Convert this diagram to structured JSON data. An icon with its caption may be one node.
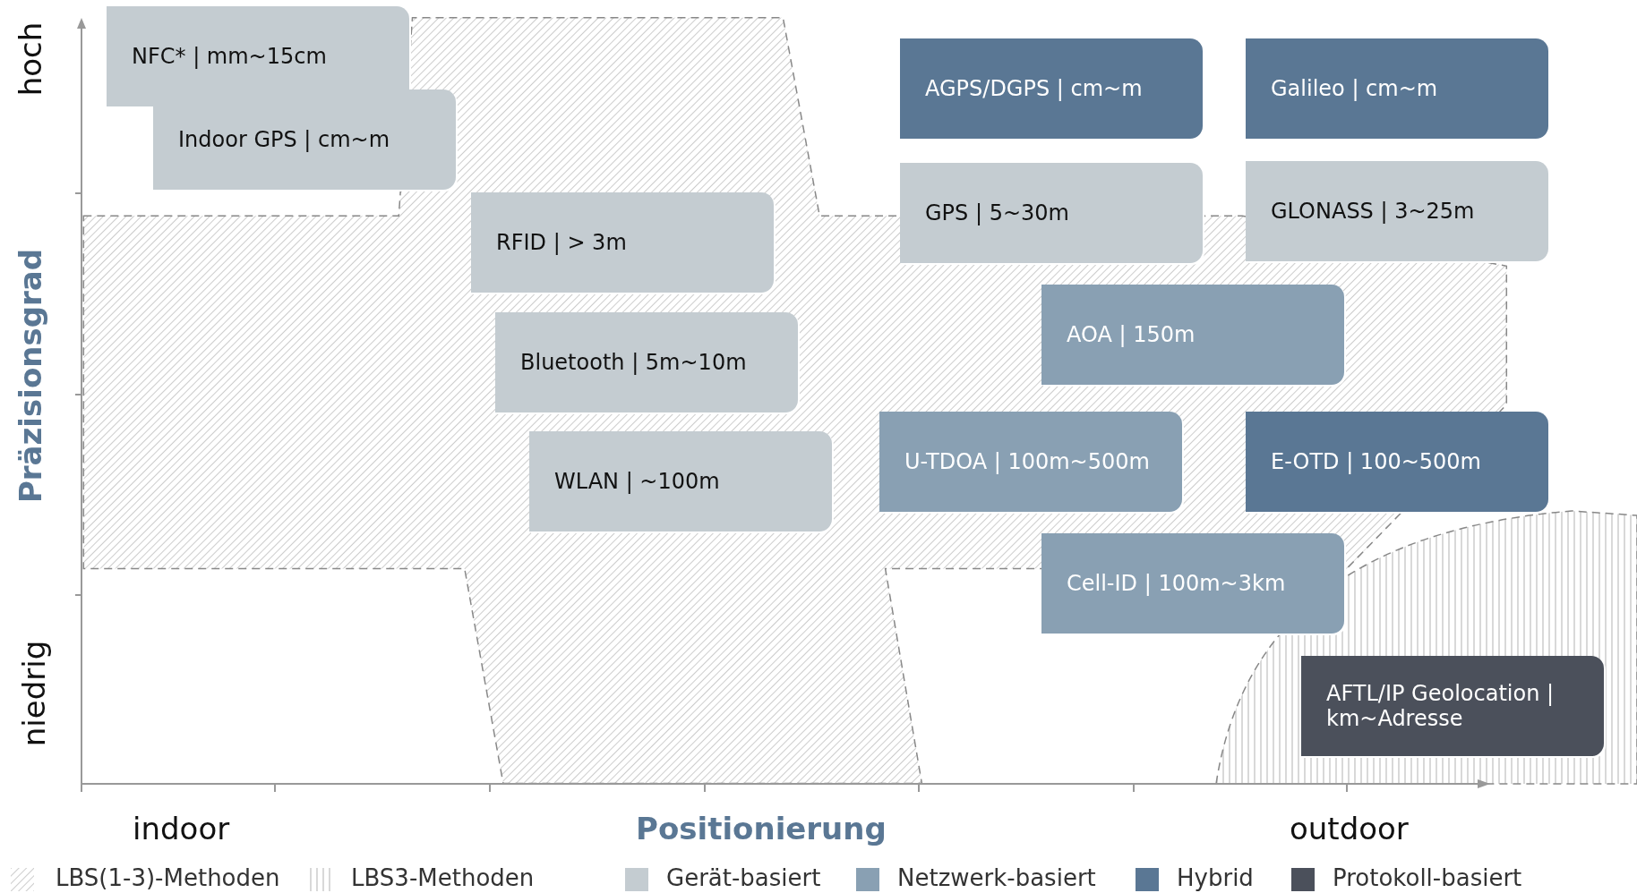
{
  "diagram": {
    "nodes": [
      {
        "text": [
          "NFC* | mm~15cm"
        ]
      },
      {
        "text": [
          "AGPS/DGPS | cm~m"
        ]
      },
      {
        "text": [
          "Galileo | cm~m"
        ]
      },
      {
        "text": [
          "Indoor GPS | cm~m"
        ]
      },
      {
        "text": [
          "GPS | 5~30m"
        ]
      },
      {
        "text": [
          "GLONASS | 3~25m"
        ]
      },
      {
        "text": [
          "RFID | > 3m"
        ]
      },
      {
        "text": [
          "AOA | 150m"
        ]
      },
      {
        "text": [
          "Bluetooth | 5m~10m"
        ]
      },
      {
        "text": [
          "U-TDOA | 100m~500m"
        ]
      },
      {
        "text": [
          "E-OTD | 100~500m"
        ]
      },
      {
        "text": [
          "WLAN | ~100m"
        ]
      },
      {
        "text": [
          "Cell-ID | 100m~3km"
        ]
      },
      {
        "text": [
          "AFTL/IP Geolocation | km~Adresse"
        ]
      }
    ],
    "labels": [
      "hoch",
      "Präzisionsgrad",
      "niedrig",
      "indoor",
      "Positionierung",
      "outdoor"
    ],
    "legend": [
      {
        "text": "LBS(1-3)-Methoden"
      },
      {
        "text": "LBS3-Methoden"
      },
      {
        "text": "Gerät-basiert",
        "color": "#c4ccd1"
      },
      {
        "text": "Netzwerk-basiert",
        "color": "#89a0b3"
      },
      {
        "text": "Hybrid",
        "color": "#5a7794"
      },
      {
        "text": "Protokoll-basiert",
        "color": "#4b505b"
      }
    ]
  }
}
